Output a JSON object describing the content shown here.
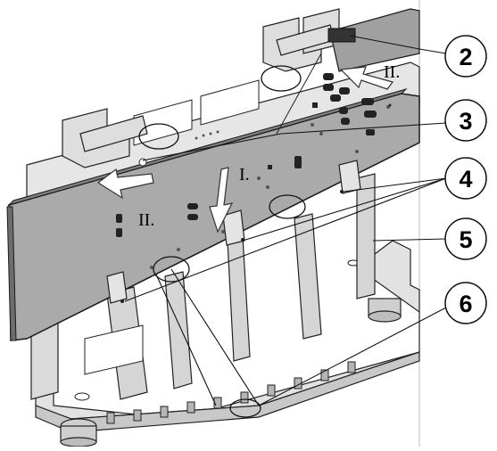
{
  "callouts": [
    "2",
    "3",
    "4",
    "5",
    "6"
  ],
  "steps": {
    "one": "I.",
    "two_left": "II.",
    "two_right": "II."
  },
  "colors": {
    "stroke": "#1a1a1a",
    "board": "#a9a9a9",
    "board_top": "#8c8c8c",
    "frame": "#dcdcdc",
    "frame_dark": "#bdbdbd",
    "arrow": "#ffffff"
  }
}
